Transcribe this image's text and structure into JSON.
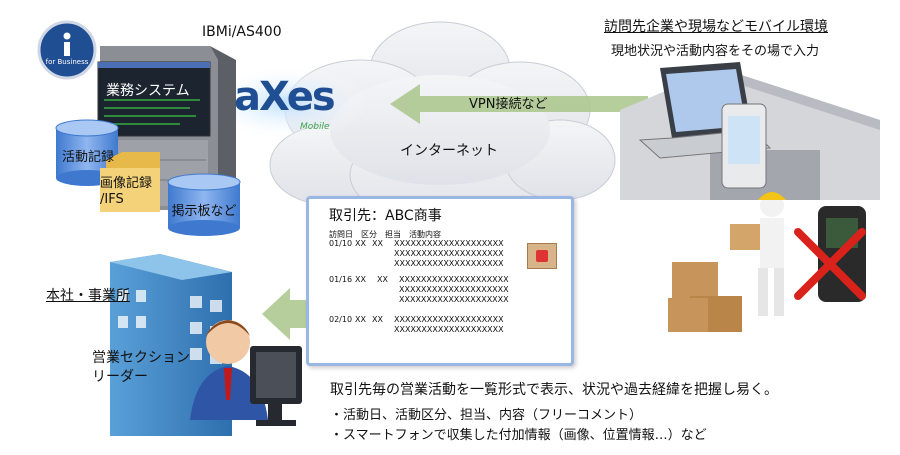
{
  "server": {
    "name": "IBMi/AS400",
    "badge_text": "for Business",
    "system_label": "業務システム"
  },
  "databases": [
    "活動記録",
    "画像記録\n/IFS",
    "掲示板など"
  ],
  "logo": {
    "text": "aXes",
    "sub": "Mobile"
  },
  "network": {
    "vpn_label": "VPN接続など",
    "internet_label": "インターネット"
  },
  "mobile": {
    "title": "訪問先企業や現場などモバイル環境",
    "subtitle": "現地状況や活動内容をその場で入力"
  },
  "office": {
    "label": "本社・事業所",
    "role": "営業セクション\nリーダー"
  },
  "record_card": {
    "header": "取引先：ABC商事",
    "columns": "訪問日　区分　担当　活動内容",
    "entries": [
      {
        "date": "01/10",
        "type": "XX",
        "rep": "XX",
        "lines": [
          "XXXXXXXXXXXXXXXXXXXX",
          "XXXXXXXXXXXXXXXXXXXX",
          "XXXXXXXXXXXXXXXXXXXX"
        ]
      },
      {
        "date": "01/16",
        "type": "XX",
        "rep": "XX",
        "lines": [
          "XXXXXXXXXXXXXXXXXXXX",
          "XXXXXXXXXXXXXXXXXXXX",
          "XXXXXXXXXXXXXXXXXXXX"
        ]
      },
      {
        "date": "02/10",
        "type": "XX",
        "rep": "XX",
        "lines": [
          "XXXXXXXXXXXXXXXXXXXX",
          "XXXXXXXXXXXXXXXXXXXX"
        ]
      }
    ]
  },
  "description": {
    "main": "取引先毎の営業活動を一覧形式で表示、状況や過去経緯を把握し易く。",
    "bullets": [
      "・活動日、活動区分、担当、内容（フリーコメント）",
      "・スマートフォンで収集した付加情報（画像、位置情報…）など"
    ]
  },
  "colors": {
    "accent_blue": "#1f4e92",
    "db_blue": "#5b8fd6",
    "arrow_green": "#a9c58a",
    "cross_red": "#d9221c"
  }
}
